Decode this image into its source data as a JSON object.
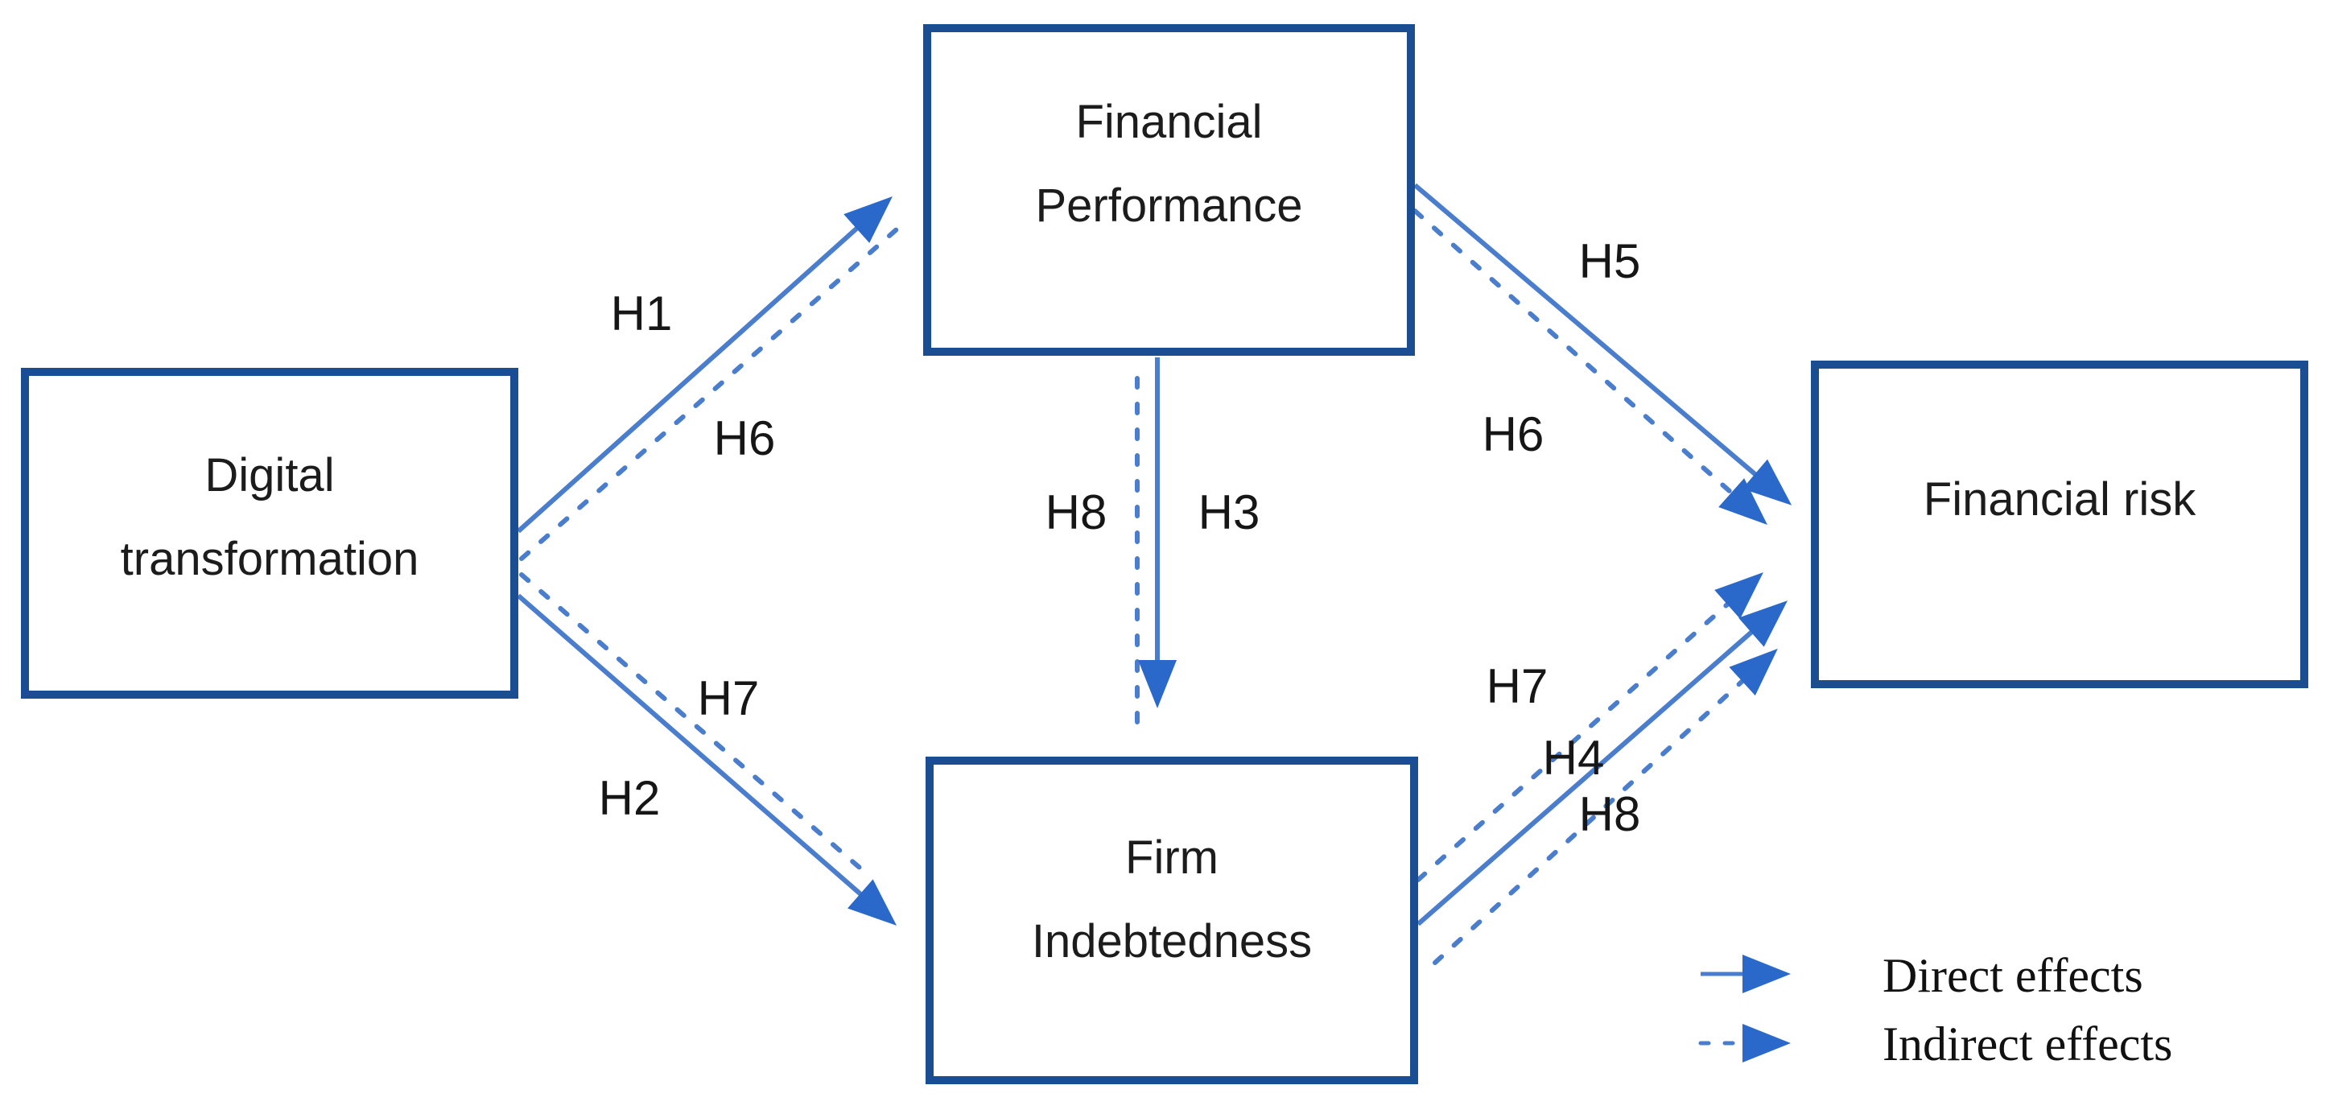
{
  "diagram": {
    "nodes": {
      "digital_transformation": {
        "line1": "Digital",
        "line2": "transformation"
      },
      "financial_performance": {
        "line1": "Financial",
        "line2": "Performance"
      },
      "firm_indebtedness": {
        "line1": "Firm",
        "line2": "Indebtedness"
      },
      "financial_risk": {
        "label": "Financial risk"
      }
    },
    "hypotheses": {
      "h1": "H1",
      "h2": "H2",
      "h3": "H3",
      "h4": "H4",
      "h5": "H5",
      "h6": "H6",
      "h7": "H7",
      "h8": "H8"
    },
    "edges": [
      {
        "from": "digital_transformation",
        "to": "financial_performance",
        "type": "direct",
        "label": "H1"
      },
      {
        "from": "digital_transformation",
        "to": "financial_performance",
        "type": "indirect",
        "label": "H6"
      },
      {
        "from": "digital_transformation",
        "to": "firm_indebtedness",
        "type": "direct",
        "label": "H2"
      },
      {
        "from": "digital_transformation",
        "to": "firm_indebtedness",
        "type": "indirect",
        "label": "H7"
      },
      {
        "from": "financial_performance",
        "to": "firm_indebtedness",
        "type": "direct",
        "label": "H3"
      },
      {
        "from": "financial_performance",
        "to": "firm_indebtedness",
        "type": "indirect",
        "label": "H8"
      },
      {
        "from": "financial_performance",
        "to": "financial_risk",
        "type": "direct",
        "label": "H5"
      },
      {
        "from": "financial_performance",
        "to": "financial_risk",
        "type": "indirect",
        "label": "H6"
      },
      {
        "from": "firm_indebtedness",
        "to": "financial_risk",
        "type": "direct",
        "label": "H4"
      },
      {
        "from": "firm_indebtedness",
        "to": "financial_risk",
        "type": "indirect",
        "label": "H7"
      },
      {
        "from": "firm_indebtedness",
        "to": "financial_risk",
        "type": "indirect",
        "label": "H8"
      }
    ],
    "legend": {
      "direct": "Direct effects",
      "indirect": "Indirect effects"
    },
    "colors": {
      "box_border": "#1b4d93",
      "arrow_line": "#4a7ecd",
      "arrowhead": "#2a69c9",
      "text": "#1c1c1c"
    }
  }
}
